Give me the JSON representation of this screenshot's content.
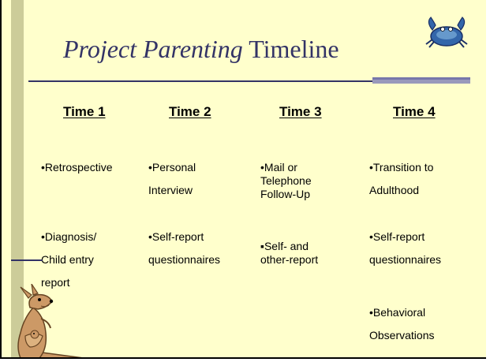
{
  "title": {
    "italic": "Project Parenting",
    "rest": " Timeline"
  },
  "columns": [
    {
      "heading": "Time 1",
      "items": [
        [
          "•Retrospective"
        ],
        [
          "•Diagnosis/",
          "Child entry",
          "report"
        ]
      ]
    },
    {
      "heading": "Time 2",
      "items": [
        [
          "•Personal",
          "Interview"
        ],
        [
          "•Self-report",
          "questionnaires"
        ]
      ]
    },
    {
      "heading": "Time 3",
      "items": [
        [
          "•Mail or",
          "Telephone",
          "Follow-Up"
        ],
        [
          "▪Self- and",
          "other-report"
        ]
      ]
    },
    {
      "heading": "Time 4",
      "items": [
        [
          "•Transition to",
          "Adulthood"
        ],
        [
          "•Self-report",
          "questionnaires"
        ],
        [
          "•Behavioral",
          "Observations"
        ]
      ]
    }
  ],
  "icons": {
    "top_right": "crab-clipart-icon",
    "bottom_left": "kangaroo-clipart-icon"
  },
  "colors": {
    "background": "#ffffcc",
    "accent_bar": "#cccc99",
    "title": "#333366"
  }
}
